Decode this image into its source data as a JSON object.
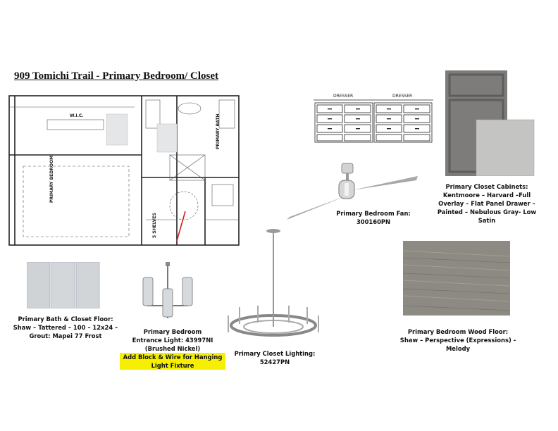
{
  "page": {
    "title": "909 Tomichi Trail  - Primary Bedroom/ Closet"
  },
  "floorplan": {
    "labels": {
      "wic": "W.I.C.",
      "primary_bedroom": "PRIMARY BEDROOM",
      "primary_bath": "PRIMARY BATH",
      "shelves": "5 SHELVES"
    }
  },
  "dresser": {
    "labels": [
      "DRESSER",
      "DRESSER"
    ]
  },
  "captions": {
    "cabinets": [
      "Primary Closet Cabinets:",
      "Kentmoore – Harvard –Full",
      "Overlay – Flat Panel Drawer –",
      "Painted – Nebulous Gray- Low",
      "Satin"
    ],
    "fan": [
      "Primary Bedroom Fan:",
      "300160PN"
    ],
    "floor_tile": [
      "Primary Bath & Closet Floor:",
      "Shaw – Tattered – 100 – 12x24 –",
      "Grout: Mapei 77 Frost"
    ],
    "entrance": [
      "Primary Bedroom",
      "Entrance Light: 43997NI",
      "(Brushed Nickel)"
    ],
    "entrance_note": [
      "Add Block & Wire for Hanging",
      "Light Fixture"
    ],
    "closet_light": [
      "Primary Closet Lighting:",
      "52427PN"
    ],
    "wood_floor": [
      "Primary Bedroom Wood Floor:",
      "Shaw – Perspective (Expressions) - Melody"
    ]
  },
  "colors": {
    "highlight": "#f6f000",
    "cabinet_gray": "#7d7c7a",
    "wood_gray": "#8d8a83",
    "annotation_red": "#cc1f1f"
  }
}
